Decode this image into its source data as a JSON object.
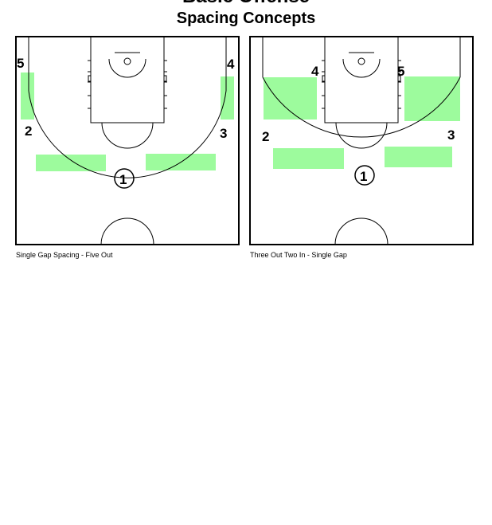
{
  "header_top": "Basic Offense",
  "title": "Spacing Concepts",
  "accent_color": "#9dfb9d",
  "diagrams": [
    {
      "caption": "Single Gap Spacing -  Five Out",
      "players": [
        "5",
        "4",
        "2",
        "3",
        "1"
      ]
    },
    {
      "caption": "Three Out Two In -  Single Gap",
      "players": [
        "4",
        "5",
        "2",
        "3",
        "1"
      ]
    }
  ]
}
